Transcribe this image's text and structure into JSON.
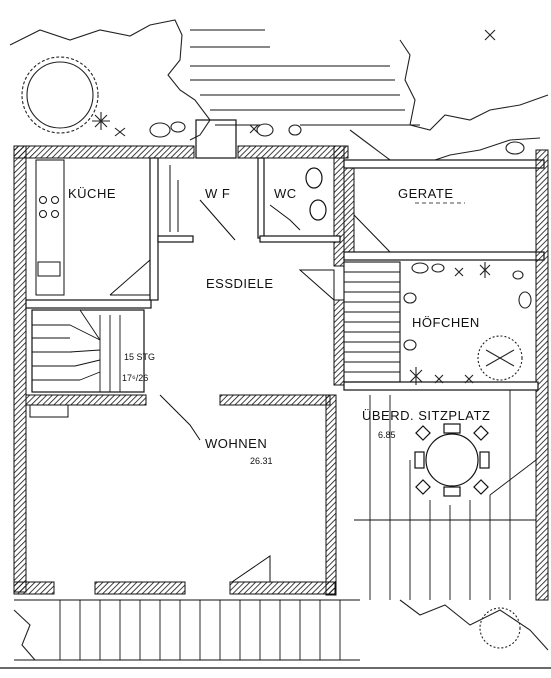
{
  "rooms": {
    "kueche": "KÜCHE",
    "wf": "W F",
    "wc": "WC",
    "geraete": "GERATE",
    "essdiele": "ESSDIELE",
    "hoefchen": "HÖFCHEN",
    "stairs_count": "15 STG",
    "stairs_ratio": "17⁶/26",
    "wohnen": "WOHNEN",
    "wohnen_area": "26.31",
    "sitzplatz": "ÜBERD. SITZPLATZ",
    "sitzplatz_area": "6.85"
  },
  "colors": {
    "ink": "#111111",
    "paper": "#ffffff"
  }
}
